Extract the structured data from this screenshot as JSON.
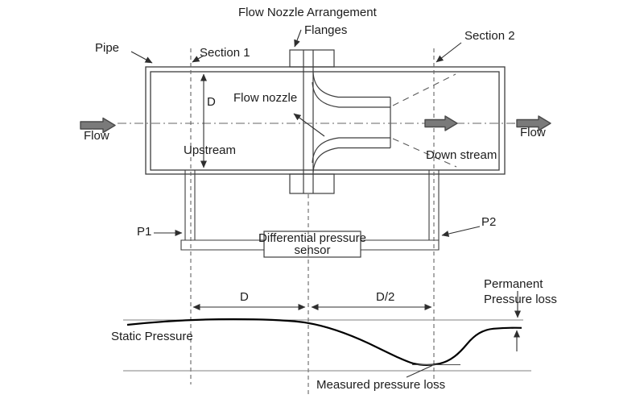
{
  "title": "Flow Nozzle Arrangement",
  "diagram": {
    "flanges": "Flanges",
    "pipe": "Pipe",
    "section1": "Section 1",
    "section2": "Section 2",
    "pipe_diameter": "D",
    "flow_nozzle": "Flow nozzle",
    "flow_in": "Flow",
    "flow_out": "Flow",
    "upstream": "Upstream",
    "downstream": "Down stream",
    "tap1": "P1",
    "tap2": "P2",
    "sensor_line1": "Differential pressure",
    "sensor_line2": "sensor"
  },
  "pressure_plot": {
    "dim_d": "D",
    "dim_d_half": "D/2",
    "permanent_line1": "Permanent",
    "permanent_line2": "Pressure loss",
    "static_pressure": "Static Pressure",
    "measured_loss": "Measured pressure loss"
  },
  "colors": {
    "line": "#3d3d3d",
    "dashed_line": "#666666",
    "curve": "#000000",
    "reference_line": "#808080",
    "flow_arrow_fill": "#7a7a7a",
    "flow_arrow_stroke": "#4a4a4a",
    "background": "#ffffff"
  }
}
